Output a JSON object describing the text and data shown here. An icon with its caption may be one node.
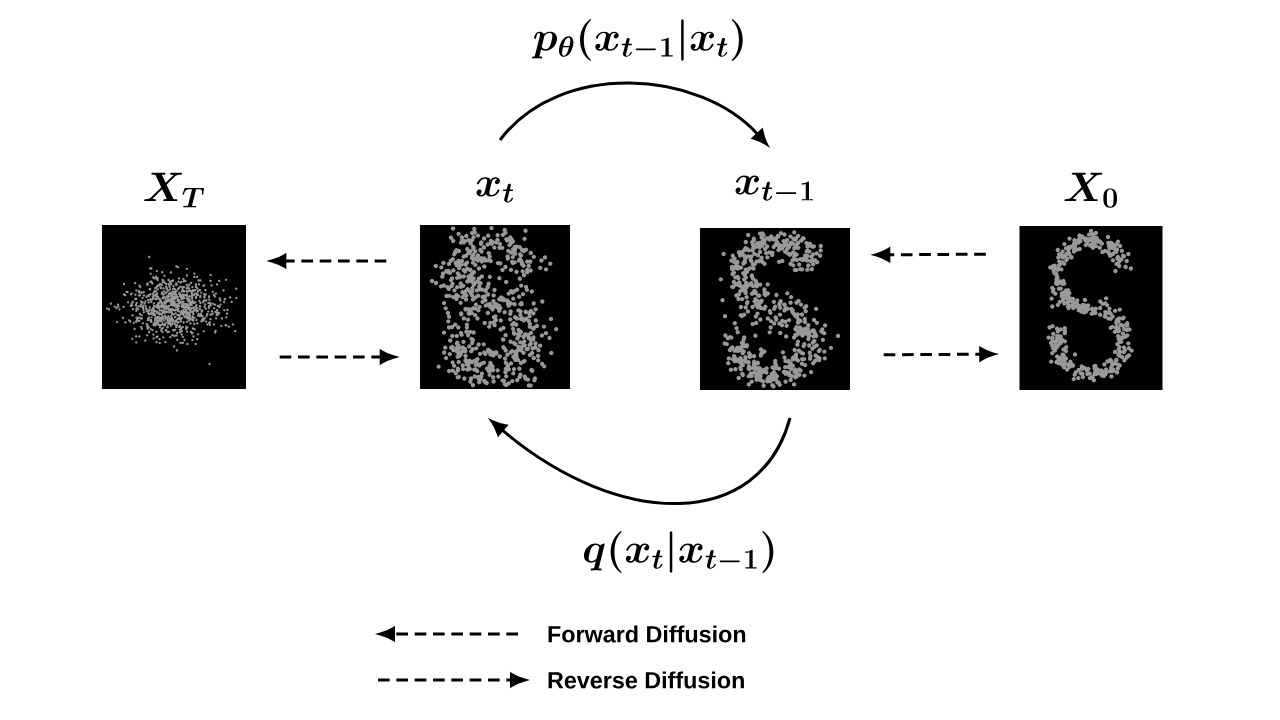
{
  "diagram": {
    "nodes": [
      {
        "text": [
          "X_T"
        ]
      },
      {
        "text": [
          "x_t"
        ]
      },
      {
        "text": [
          "x_{t-1}"
        ]
      },
      {
        "text": [
          "X_0"
        ]
      }
    ],
    "edges": [
      {
        "from": 1,
        "to": 0,
        "arrow": "to",
        "style": "dashed"
      },
      {
        "from": 0,
        "to": 1,
        "arrow": "to",
        "style": "dashed"
      },
      {
        "from": 3,
        "to": 2,
        "arrow": "to",
        "style": "dashed"
      },
      {
        "from": 2,
        "to": 3,
        "arrow": "to",
        "style": "dashed"
      },
      {
        "from": 1,
        "to": 2,
        "arrow": "to",
        "label": "p_\\theta(x_{t-1}|x_t)"
      },
      {
        "from": 2,
        "to": 1,
        "arrow": "to",
        "label": "q(x_t|x_{t-1})"
      }
    ],
    "legend": [
      {
        "text": "Forward Diffusion"
      },
      {
        "text": "Reverse Diffusion"
      }
    ]
  }
}
